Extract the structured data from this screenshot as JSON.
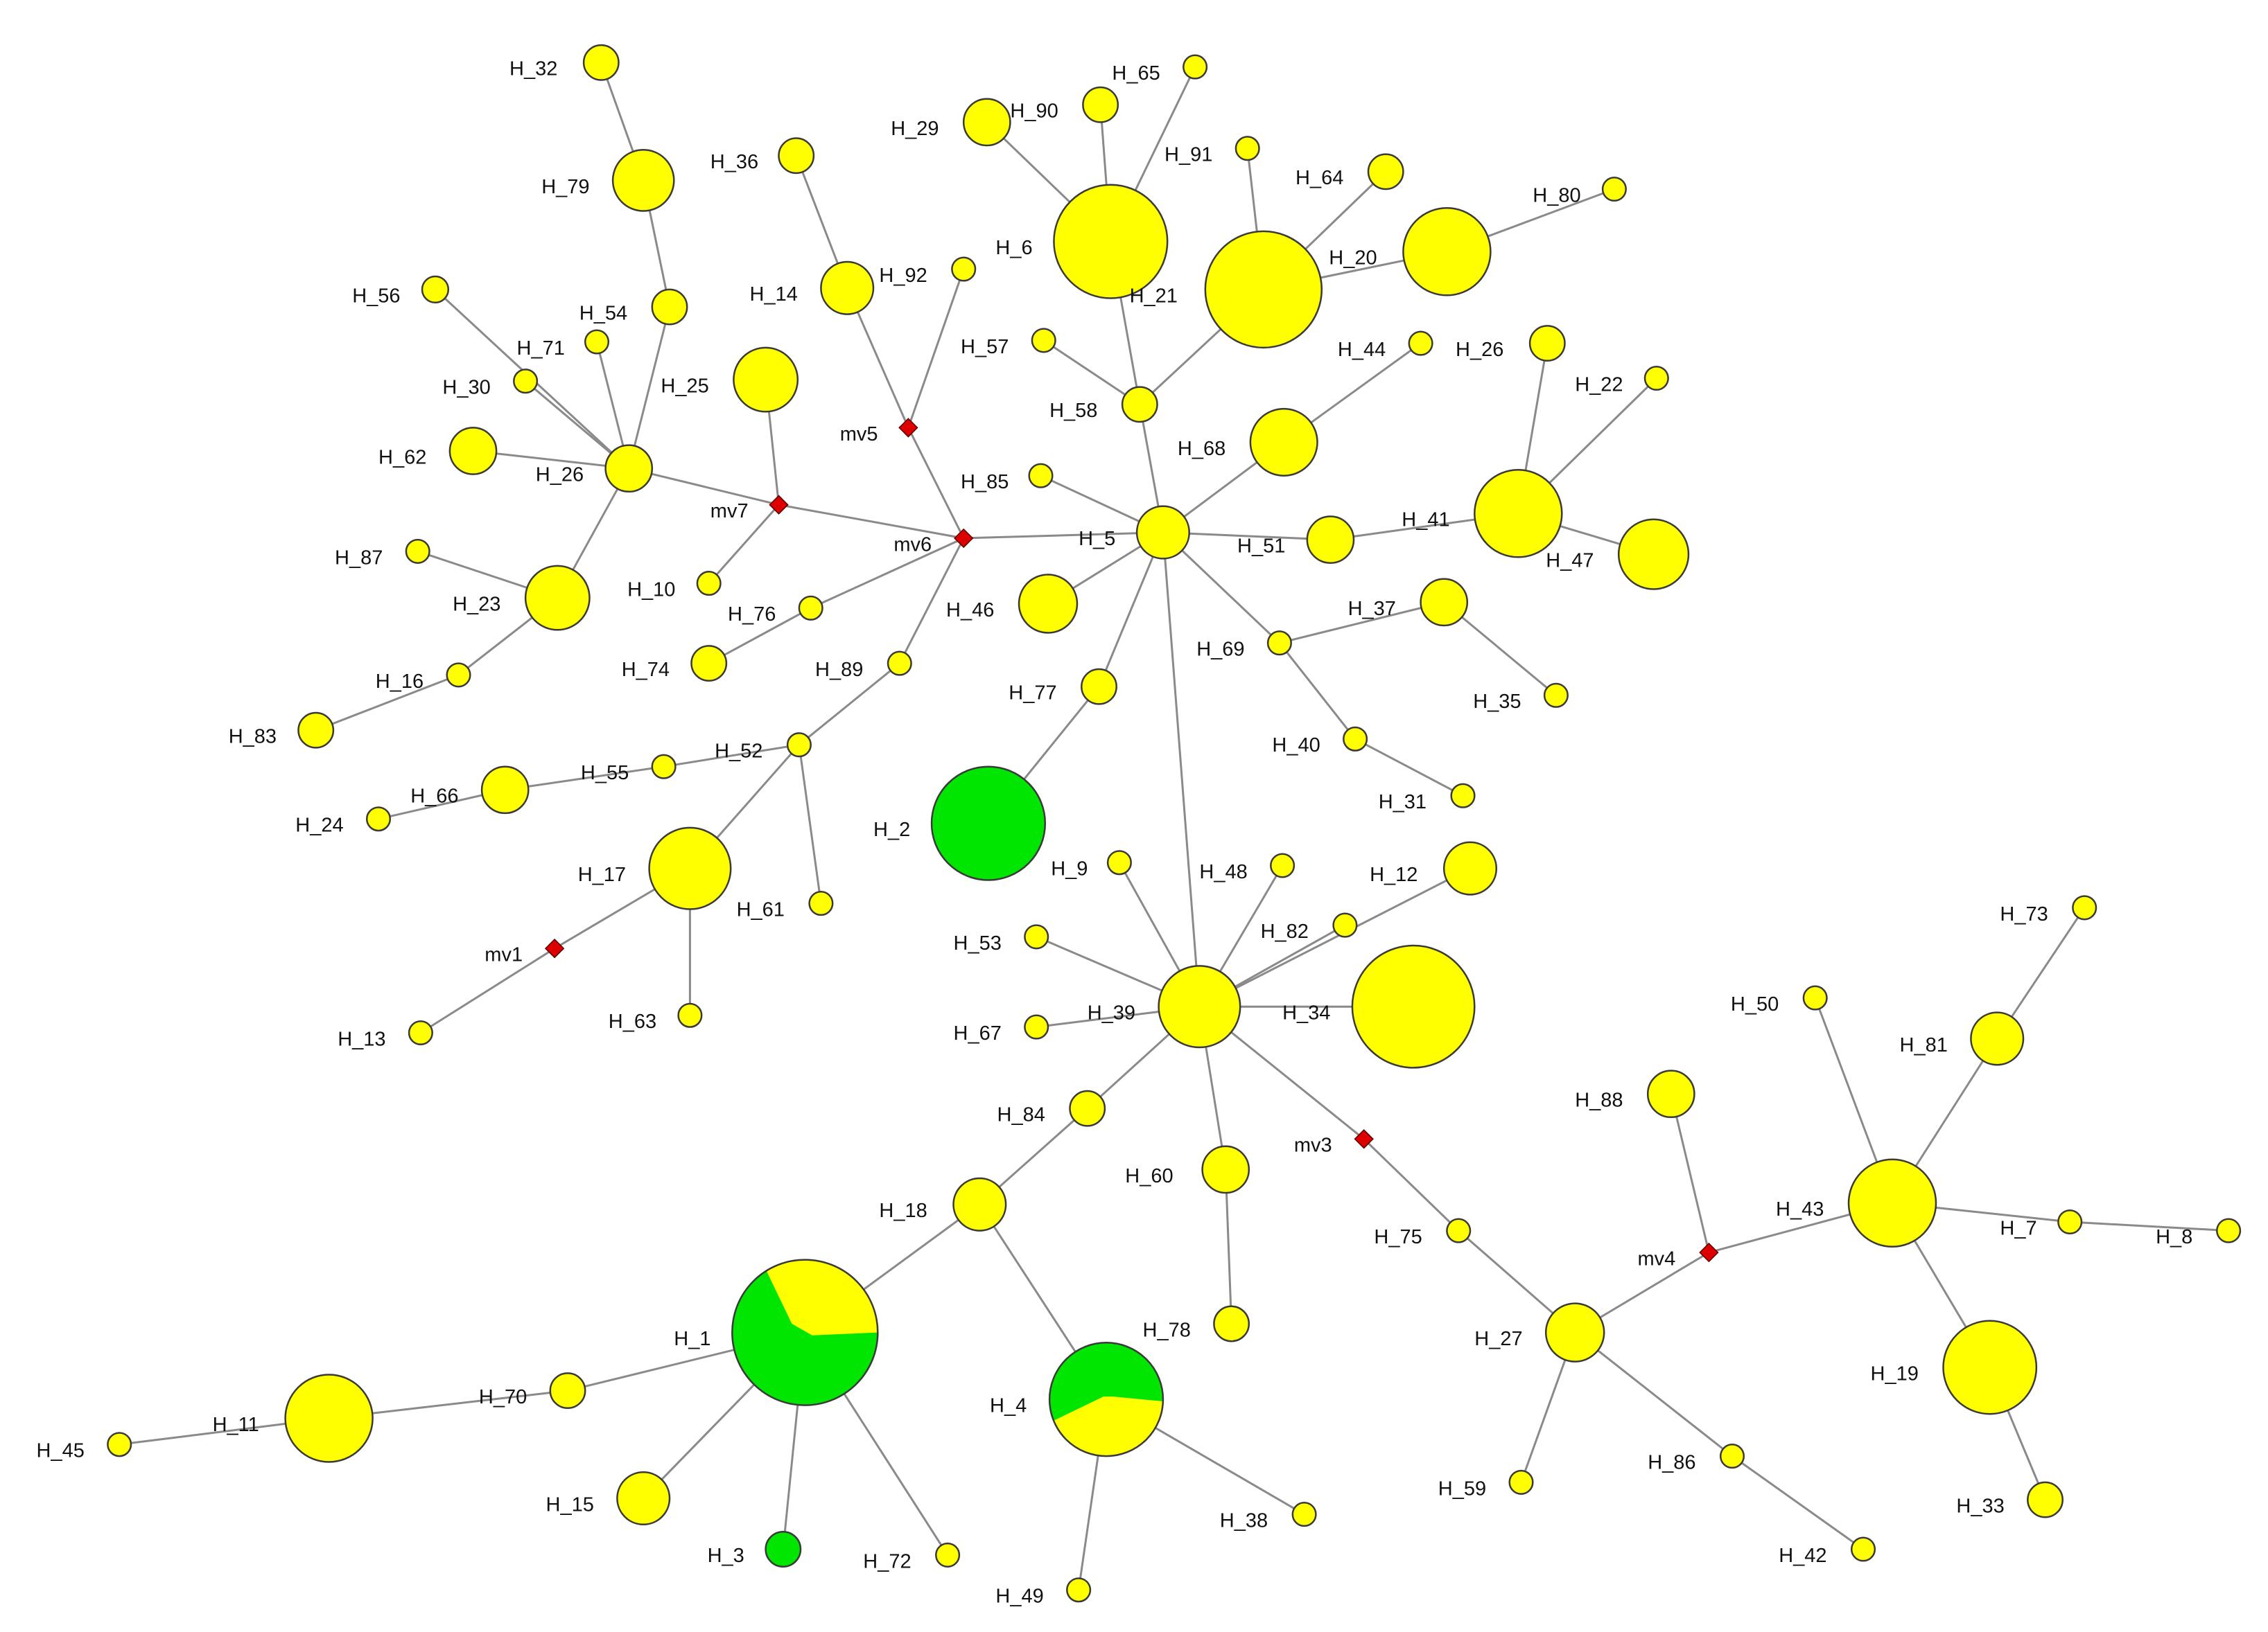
{
  "colors": {
    "group_yellow": "#ffff00",
    "group_green": "#00e600",
    "median_vector": "#dd0000",
    "edge": "#8a8a8a",
    "background": "#ffffff"
  },
  "nodes": [
    {
      "id": "H_32",
      "label": "H_32"
    },
    {
      "id": "H_79",
      "label": "H_79"
    },
    {
      "id": "H_56",
      "label": "H_56"
    },
    {
      "id": "H_54",
      "label": "H_54"
    },
    {
      "id": "H_71",
      "label": "H_71"
    },
    {
      "id": "H_30",
      "label": "H_30"
    },
    {
      "id": "H_62",
      "label": "H_62"
    },
    {
      "id": "H_26",
      "label": "H_26"
    },
    {
      "id": "H_87",
      "label": "H_87"
    },
    {
      "id": "H_23",
      "label": "H_23"
    },
    {
      "id": "H_16",
      "label": "H_16"
    },
    {
      "id": "H_83",
      "label": "H_83"
    },
    {
      "id": "H_36",
      "label": "H_36"
    },
    {
      "id": "H_14",
      "label": "H_14"
    },
    {
      "id": "H_92",
      "label": "H_92"
    },
    {
      "id": "H_25",
      "label": "H_25"
    },
    {
      "id": "mv5",
      "label": "mv5"
    },
    {
      "id": "mv7",
      "label": "mv7"
    },
    {
      "id": "mv6",
      "label": "mv6"
    },
    {
      "id": "H_10",
      "label": "H_10"
    },
    {
      "id": "H_76",
      "label": "H_76"
    },
    {
      "id": "H_74",
      "label": "H_74"
    },
    {
      "id": "H_89",
      "label": "H_89"
    },
    {
      "id": "H_52",
      "label": "H_52"
    },
    {
      "id": "H_55",
      "label": "H_55"
    },
    {
      "id": "H_66",
      "label": "H_66"
    },
    {
      "id": "H_24",
      "label": "H_24"
    },
    {
      "id": "H_17",
      "label": "H_17"
    },
    {
      "id": "H_61",
      "label": "H_61"
    },
    {
      "id": "mv1",
      "label": "mv1"
    },
    {
      "id": "H_13",
      "label": "H_13"
    },
    {
      "id": "H_63",
      "label": "H_63"
    },
    {
      "id": "H_29",
      "label": "H_29"
    },
    {
      "id": "H_90",
      "label": "H_90"
    },
    {
      "id": "H_65",
      "label": "H_65"
    },
    {
      "id": "H_91",
      "label": "H_91"
    },
    {
      "id": "H_6",
      "label": "H_6"
    },
    {
      "id": "H_21",
      "label": "H_21"
    },
    {
      "id": "H_64",
      "label": "H_64"
    },
    {
      "id": "H_20",
      "label": "H_20"
    },
    {
      "id": "H_80",
      "label": "H_80"
    },
    {
      "id": "H_57",
      "label": "H_57"
    },
    {
      "id": "H_58",
      "label": "H_58"
    },
    {
      "id": "H_44",
      "label": "H_44"
    },
    {
      "id": "H_68",
      "label": "H_68"
    },
    {
      "id": "H_26b",
      "label": "H_26"
    },
    {
      "id": "H_22",
      "label": "H_22"
    },
    {
      "id": "H_85",
      "label": "H_85"
    },
    {
      "id": "H_5",
      "label": "H_5"
    },
    {
      "id": "H_51",
      "label": "H_51"
    },
    {
      "id": "H_41",
      "label": "H_41"
    },
    {
      "id": "H_47",
      "label": "H_47"
    },
    {
      "id": "H_46",
      "label": "H_46"
    },
    {
      "id": "H_37",
      "label": "H_37"
    },
    {
      "id": "H_69",
      "label": "H_69"
    },
    {
      "id": "H_35",
      "label": "H_35"
    },
    {
      "id": "H_77",
      "label": "H_77"
    },
    {
      "id": "H_40",
      "label": "H_40"
    },
    {
      "id": "H_31",
      "label": "H_31"
    },
    {
      "id": "H_2",
      "label": "H_2"
    },
    {
      "id": "H_9",
      "label": "H_9"
    },
    {
      "id": "H_48",
      "label": "H_48"
    },
    {
      "id": "H_12",
      "label": "H_12"
    },
    {
      "id": "H_82",
      "label": "H_82"
    },
    {
      "id": "H_53",
      "label": "H_53"
    },
    {
      "id": "H_39",
      "label": "H_39"
    },
    {
      "id": "H_34",
      "label": "H_34"
    },
    {
      "id": "H_67",
      "label": "H_67"
    },
    {
      "id": "H_84",
      "label": "H_84"
    },
    {
      "id": "mv3",
      "label": "mv3"
    },
    {
      "id": "H_60",
      "label": "H_60"
    },
    {
      "id": "H_18",
      "label": "H_18"
    },
    {
      "id": "H_75",
      "label": "H_75"
    },
    {
      "id": "H_78",
      "label": "H_78"
    },
    {
      "id": "H_1",
      "label": "H_1"
    },
    {
      "id": "H_70",
      "label": "H_70"
    },
    {
      "id": "H_11",
      "label": "H_11"
    },
    {
      "id": "H_45",
      "label": "H_45"
    },
    {
      "id": "H_15",
      "label": "H_15"
    },
    {
      "id": "H_3",
      "label": "H_3"
    },
    {
      "id": "H_72",
      "label": "H_72"
    },
    {
      "id": "H_4",
      "label": "H_4"
    },
    {
      "id": "H_38",
      "label": "H_38"
    },
    {
      "id": "H_49",
      "label": "H_49"
    },
    {
      "id": "H_27",
      "label": "H_27"
    },
    {
      "id": "H_59",
      "label": "H_59"
    },
    {
      "id": "H_86",
      "label": "H_86"
    },
    {
      "id": "H_42",
      "label": "H_42"
    },
    {
      "id": "H_88",
      "label": "H_88"
    },
    {
      "id": "mv4",
      "label": "mv4"
    },
    {
      "id": "H_43",
      "label": "H_43"
    },
    {
      "id": "H_50",
      "label": "H_50"
    },
    {
      "id": "H_73",
      "label": "H_73"
    },
    {
      "id": "H_81",
      "label": "H_81"
    },
    {
      "id": "H_7",
      "label": "H_7"
    },
    {
      "id": "H_8",
      "label": "H_8"
    },
    {
      "id": "H_19",
      "label": "H_19"
    },
    {
      "id": "H_33",
      "label": "H_33"
    }
  ],
  "edges": [
    [
      "H_32",
      "H_79"
    ],
    [
      "H_79",
      "H_54"
    ],
    [
      "H_54",
      "H_26"
    ],
    [
      "H_56",
      "H_26"
    ],
    [
      "H_71",
      "H_26"
    ],
    [
      "H_30",
      "H_26"
    ],
    [
      "H_62",
      "H_26"
    ],
    [
      "H_26",
      "H_23"
    ],
    [
      "H_26",
      "mv7"
    ],
    [
      "H_87",
      "H_23"
    ],
    [
      "H_23",
      "H_16"
    ],
    [
      "H_16",
      "H_83"
    ],
    [
      "mv7",
      "H_25"
    ],
    [
      "mv7",
      "H_10"
    ],
    [
      "mv7",
      "mv6"
    ],
    [
      "H_36",
      "H_14"
    ],
    [
      "H_14",
      "mv5"
    ],
    [
      "H_92",
      "mv5"
    ],
    [
      "mv5",
      "mv6"
    ],
    [
      "mv6",
      "H_76"
    ],
    [
      "H_76",
      "H_74"
    ],
    [
      "mv6",
      "H_89"
    ],
    [
      "mv6",
      "H_5"
    ],
    [
      "H_89",
      "H_52"
    ],
    [
      "H_52",
      "H_55"
    ],
    [
      "H_55",
      "H_66"
    ],
    [
      "H_66",
      "H_24"
    ],
    [
      "H_52",
      "H_17"
    ],
    [
      "H_52",
      "H_61"
    ],
    [
      "H_17",
      "mv1"
    ],
    [
      "mv1",
      "H_13"
    ],
    [
      "H_17",
      "H_63"
    ],
    [
      "H_29",
      "H_6"
    ],
    [
      "H_90",
      "H_6"
    ],
    [
      "H_65",
      "H_6"
    ],
    [
      "H_6",
      "H_58"
    ],
    [
      "H_91",
      "H_21"
    ],
    [
      "H_64",
      "H_21"
    ],
    [
      "H_21",
      "H_20"
    ],
    [
      "H_20",
      "H_80"
    ],
    [
      "H_21",
      "H_58"
    ],
    [
      "H_57",
      "H_58"
    ],
    [
      "H_58",
      "H_5"
    ],
    [
      "H_44",
      "H_68"
    ],
    [
      "H_68",
      "H_5"
    ],
    [
      "H_85",
      "H_5"
    ],
    [
      "H_5",
      "H_51"
    ],
    [
      "H_51",
      "H_41"
    ],
    [
      "H_41",
      "H_26b"
    ],
    [
      "H_41",
      "H_22"
    ],
    [
      "H_41",
      "H_47"
    ],
    [
      "H_5",
      "H_46"
    ],
    [
      "H_5",
      "H_69"
    ],
    [
      "H_69",
      "H_37"
    ],
    [
      "H_37",
      "H_35"
    ],
    [
      "H_69",
      "H_40"
    ],
    [
      "H_40",
      "H_31"
    ],
    [
      "H_5",
      "H_77"
    ],
    [
      "H_77",
      "H_2"
    ],
    [
      "H_5",
      "H_39"
    ],
    [
      "H_9",
      "H_39"
    ],
    [
      "H_48",
      "H_39"
    ],
    [
      "H_82",
      "H_39"
    ],
    [
      "H_12",
      "H_39"
    ],
    [
      "H_53",
      "H_39"
    ],
    [
      "H_39",
      "H_34"
    ],
    [
      "H_67",
      "H_39"
    ],
    [
      "H_39",
      "H_84"
    ],
    [
      "H_84",
      "H_18"
    ],
    [
      "H_39",
      "mv3"
    ],
    [
      "H_39",
      "H_60"
    ],
    [
      "H_60",
      "H_78"
    ],
    [
      "mv3",
      "H_75"
    ],
    [
      "H_75",
      "H_27"
    ],
    [
      "H_18",
      "H_1"
    ],
    [
      "H_18",
      "H_4"
    ],
    [
      "H_1",
      "H_70"
    ],
    [
      "H_70",
      "H_11"
    ],
    [
      "H_11",
      "H_45"
    ],
    [
      "H_1",
      "H_15"
    ],
    [
      "H_1",
      "H_3"
    ],
    [
      "H_1",
      "H_72"
    ],
    [
      "H_4",
      "H_38"
    ],
    [
      "H_4",
      "H_49"
    ],
    [
      "H_27",
      "H_59"
    ],
    [
      "H_27",
      "H_86"
    ],
    [
      "H_86",
      "H_42"
    ],
    [
      "H_27",
      "mv4"
    ],
    [
      "H_88",
      "mv4"
    ],
    [
      "mv4",
      "H_43"
    ],
    [
      "H_50",
      "H_43"
    ],
    [
      "H_73",
      "H_81"
    ],
    [
      "H_81",
      "H_43"
    ],
    [
      "H_43",
      "H_7"
    ],
    [
      "H_7",
      "H_8"
    ],
    [
      "H_43",
      "H_19"
    ],
    [
      "H_19",
      "H_33"
    ]
  ]
}
